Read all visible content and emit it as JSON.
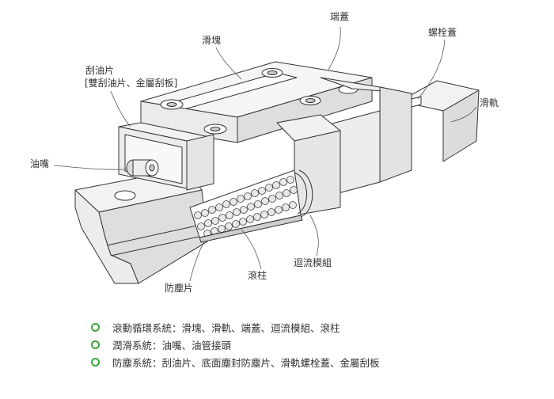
{
  "labels": {
    "end_cap": "端蓋",
    "slide_block": "滑塊",
    "bolt_cap": "螺栓蓋",
    "scraper_line1": "刮油片",
    "scraper_line2": "[雙刮油片、金屬刮板]",
    "rail": "滑軌",
    "grease_nipple": "油嘴",
    "recirculation_module": "迴流模組",
    "roller": "滾柱",
    "dust_seal": "防塵片"
  },
  "legend": [
    "滾動循環系統：滑塊、滑軌、端蓋、迴流模組、滾柱",
    "潤滑系統：油嘴、油管接頭",
    "防塵系統：刮油片、底面塵封防塵片、滑軌螺栓蓋、金屬刮板"
  ],
  "colors": {
    "bullet": "#3aa83a",
    "line": "#333333",
    "face_light": "#f4f4f4",
    "face_mid": "#e6e6e6",
    "face_dark": "#d4d4d4"
  }
}
